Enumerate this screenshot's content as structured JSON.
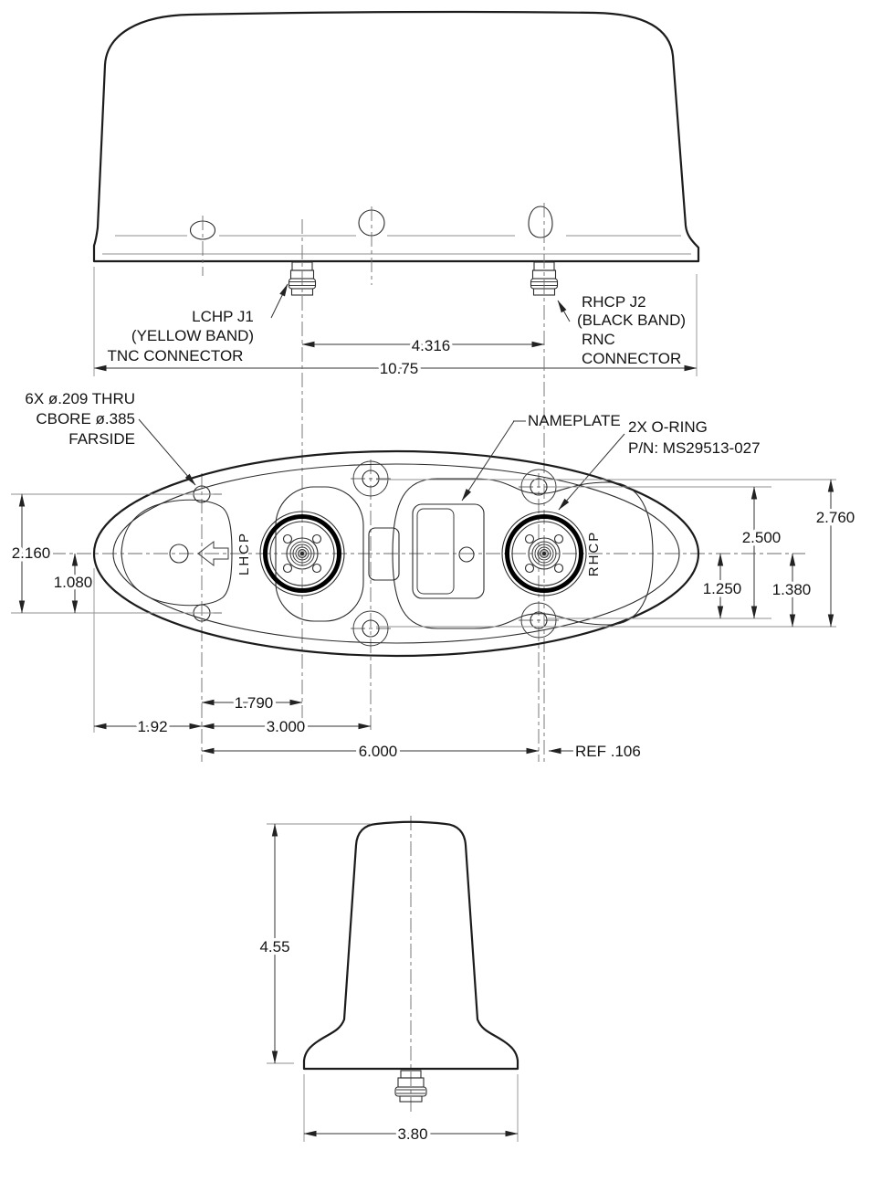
{
  "colors": {
    "line": "#1c1c1c",
    "background": "#ffffff"
  },
  "top_view": {
    "connector_left_label_lines": [
      "LCHP J1",
      "(YELLOW BAND)",
      "TNC CONNECTOR"
    ],
    "connector_right_label_lines": [
      "RHCP J2",
      "(BLACK BAND)",
      "RNC",
      "CONNECTOR"
    ],
    "dim_connector_spacing": "4.316",
    "dim_overall_width": "10.75"
  },
  "plan_view": {
    "hole_callout_lines": [
      "6X ø.209 THRU",
      "CBORE ø.385",
      "FARSIDE"
    ],
    "nameplate_callout": "NAMEPLATE",
    "oring_callout_lines": [
      "2X O-RING",
      "P/N: MS29513-027"
    ],
    "left_port_label": "LHCP",
    "right_port_label": "RHCP",
    "dims": {
      "outer_hole_rows": "2.160",
      "center_to_hole_row": "1.080",
      "right_hole_rows": "2.500",
      "overall_height": "2.760",
      "center_to_right_hole": "1.250",
      "center_to_outer": "1.380",
      "edge_to_hole_col": "1.92",
      "hole_col_to_port": "1.790",
      "hole_col_to_center": "3.000",
      "hole_col_span": "6.000",
      "ref_offset": "REF .106"
    }
  },
  "side_view": {
    "dim_height": "4.55",
    "dim_width": "3.80"
  }
}
